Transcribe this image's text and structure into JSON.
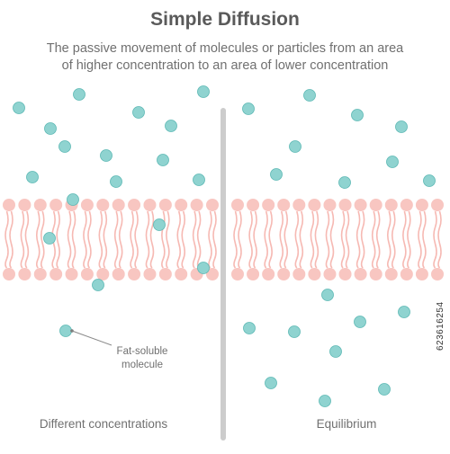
{
  "title": "Simple Diffusion",
  "subtitle_line1": "The passive movement of molecules or particles from an area",
  "subtitle_line2": "of higher concentration to an area of lower concentration",
  "panels": [
    {
      "caption": "Different concentrations"
    },
    {
      "caption": "Equilibrium"
    }
  ],
  "callout_line1": "Fat-soluble",
  "callout_line2": "molecule",
  "watermark": "623616254",
  "colors": {
    "molecule_fill": "#8fd3d0",
    "molecule_edge": "#5cb8b4",
    "membrane": "#f6b9b3",
    "membrane_head": "#f8c6c1",
    "divider": "#cccccc",
    "text": "#5a5a5a"
  }
}
